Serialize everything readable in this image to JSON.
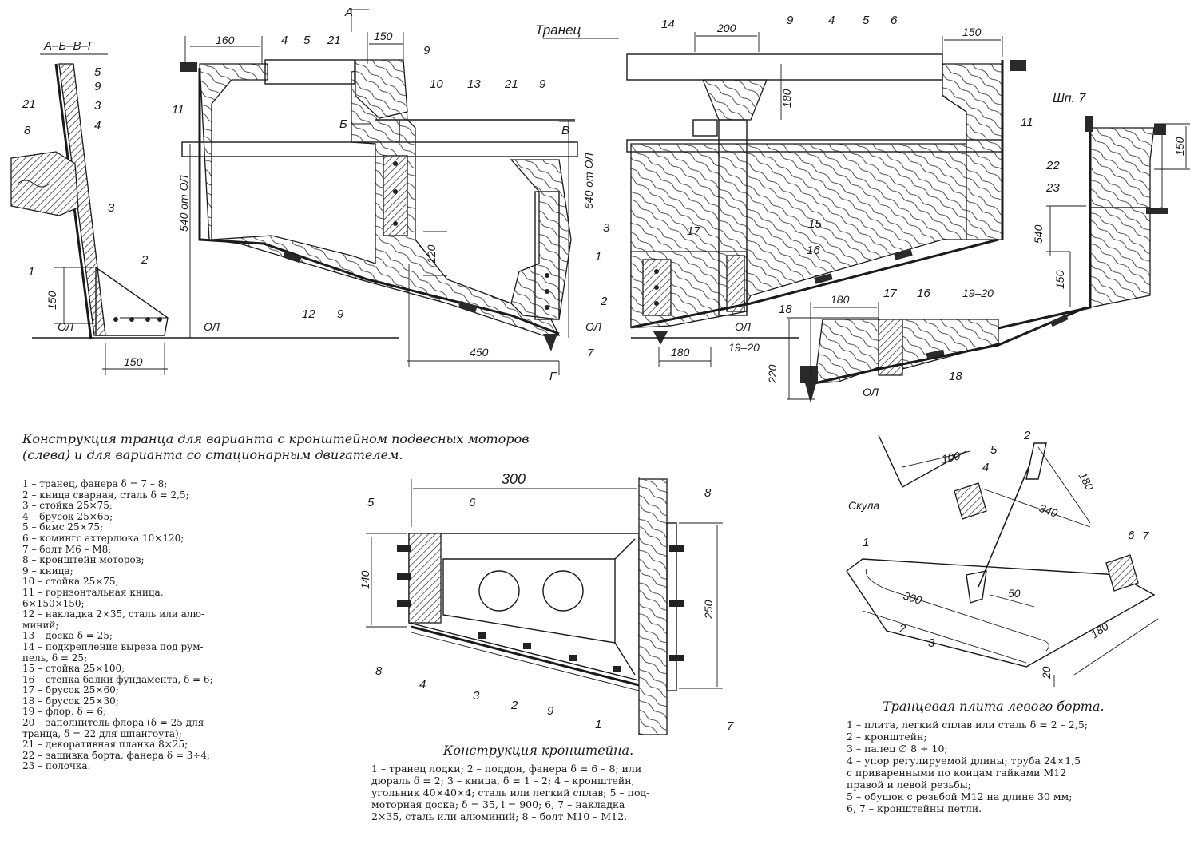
{
  "section_labels": {
    "abvg": "А–Б–В–Г",
    "tranets": "Транец",
    "shp7": "Шп. 7",
    "cut_a": "А",
    "cut_b": "Б",
    "cut_v": "В",
    "cut_g": "Г"
  },
  "dimensions": {
    "d160": "160",
    "d150a": "150",
    "d200": "200",
    "d150b": "150",
    "d180v": "180",
    "d150c": "150",
    "d540ol": "540 от ОЛ",
    "d640ol": "640 от ОЛ",
    "d120": "120",
    "d450": "450",
    "d180h": "180",
    "d180h2": "180",
    "d220": "220",
    "d540": "540",
    "d150d": "150",
    "d150e": "150",
    "d150f": "150",
    "ol1": "ОЛ",
    "ol2": "ОЛ",
    "ol3": "ОЛ",
    "ol4": "ОЛ",
    "ol5": "ОЛ",
    "d1920a": "19–20",
    "d1920b": "19–20",
    "br300": "300",
    "br140": "140",
    "br250": "250",
    "pl100": "100",
    "pl180": "180",
    "pl340": "340",
    "pl300": "300",
    "pl50": "50",
    "pl180b": "180",
    "pl20": "20",
    "skula": "Скула"
  },
  "main_caption": {
    "line1": "Конструкция транца для варианта с кронштейном подвесных моторов",
    "line2": "(слева) и для варианта со стационарным двигателем."
  },
  "legend_main": [
    "1 – транец, фанера δ = 7 – 8;",
    "2 – кница сварная, сталь δ = 2,5;",
    "3 – стойка 25×75;",
    "4 – брусок 25×65;",
    "5 – бимс 25×75;",
    "6 – комингс ахтерлюка 10×120;",
    "7 – болт М6 – М8;",
    "8 – кронштейн моторов;",
    "9 – кница;",
    "10 – стойка 25×75;",
    "11 – горизонтальная кница,",
    "       6×150×150;",
    "12 – накладка 2×35, сталь или алю-",
    "       миний;",
    "13 – доска δ = 25;",
    "14 – подкрепление выреза под рум-",
    "       пель, δ = 25;",
    "15 – стойка 25×100;",
    "16 – стенка балки фундамента, δ = 6;",
    "17 – брусок 25×60;",
    "18 – брусок 25×30;",
    "19 – флор, δ = 6;",
    "20 – заполнитель флора (δ = 25 для",
    "       транца, δ = 22 для шпангоута);",
    "21 – декоративная планка 8×25;",
    "22 – зашивка борта, фанера δ = 3÷4;",
    "23 – полочка."
  ],
  "bracket_caption": "Конструкция кронштейна.",
  "bracket_legend": [
    "1 – транец лодки; 2 – поддон, фанера δ = 6 – 8; или",
    "дюраль δ = 2; 3 – кница, δ = 1 – 2; 4 – кронштейн,",
    "угольник 40×40×4; сталь или легкий сплав; 5 – под-",
    "моторная доска; δ = 35, l = 900; 6, 7 – накладка",
    "2×35, сталь или алюминий; 8 – болт М10 – М12."
  ],
  "plate_caption": "Транцевая плита левого борта.",
  "plate_legend": [
    "1 – плита, легкий сплав или сталь δ = 2 – 2,5;",
    "2 – кронштейн;",
    "3 – палец ∅ 8 ÷ 10;",
    "4 – упор регулируемой длины; труба 24×1,5",
    "      с приваренными по концам гайками М12",
    "      правой и левой резьбы;",
    "5 – обушок с резьбой М12 на длине 30 мм;",
    "6, 7 – кронштейны петли."
  ],
  "callouts": {
    "c21a": "21",
    "c5a": "5",
    "c9a": "9",
    "c3a": "3",
    "c4a": "4",
    "c8a": "8",
    "c3b": "3",
    "c1a": "1",
    "c2a": "2",
    "c4b": "4",
    "c5b": "5",
    "c21b": "21",
    "c9b": "9",
    "c10": "10",
    "c13": "13",
    "c21c": "21",
    "c9c": "9",
    "c11a": "11",
    "c3c": "3",
    "c1b": "1",
    "c2b": "2",
    "c12": "12",
    "c9d": "9",
    "c7a": "7",
    "c14": "14",
    "c9e": "9",
    "c4c": "4",
    "c5c": "5",
    "c6": "6",
    "c11b": "11",
    "c15": "15",
    "c17a": "17",
    "c16a": "16",
    "c18a": "18",
    "c22": "22",
    "c23": "23",
    "c17b": "17",
    "c16b": "16",
    "c1920": "19–20",
    "c18b": "18",
    "b5": "5",
    "b6": "6",
    "b8a": "8",
    "b8b": "8",
    "b4": "4",
    "b3": "3",
    "b2": "2",
    "b9": "9",
    "b1": "1",
    "b7": "7",
    "p2": "2",
    "p5": "5",
    "p4": "4",
    "p1": "1",
    "p6": "6",
    "p7": "7",
    "p2b": "2",
    "p3": "3"
  }
}
